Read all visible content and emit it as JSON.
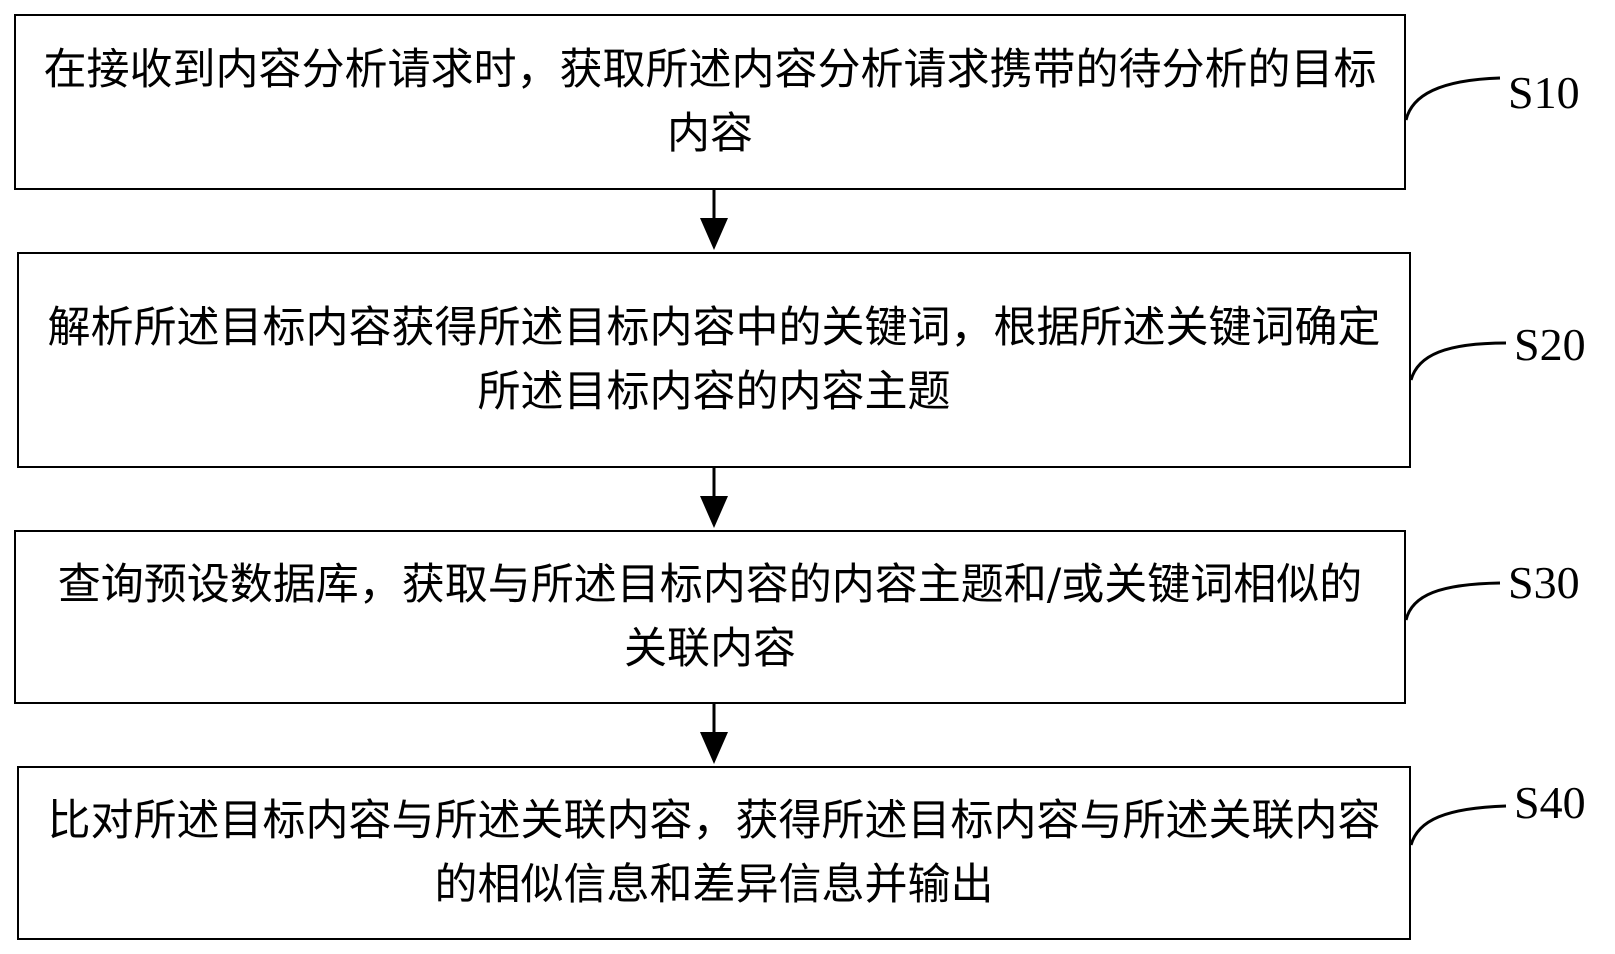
{
  "steps": [
    {
      "id": "S10",
      "label": "S10",
      "text": "在接收到内容分析请求时，获取所述内容分析请求携带的待分析的目标内容"
    },
    {
      "id": "S20",
      "label": "S20",
      "text": "解析所述目标内容获得所述目标内容中的关键词，根据所述关键词确定所述目标内容的内容主题"
    },
    {
      "id": "S30",
      "label": "S30",
      "text": "查询预设数据库，获取与所述目标内容的内容主题和/或关键词相似的关联内容"
    },
    {
      "id": "S40",
      "label": "S40",
      "text": "比对所述目标内容与所述关联内容，获得所述目标内容与所述关联内容的相似信息和差异信息并输出"
    }
  ]
}
